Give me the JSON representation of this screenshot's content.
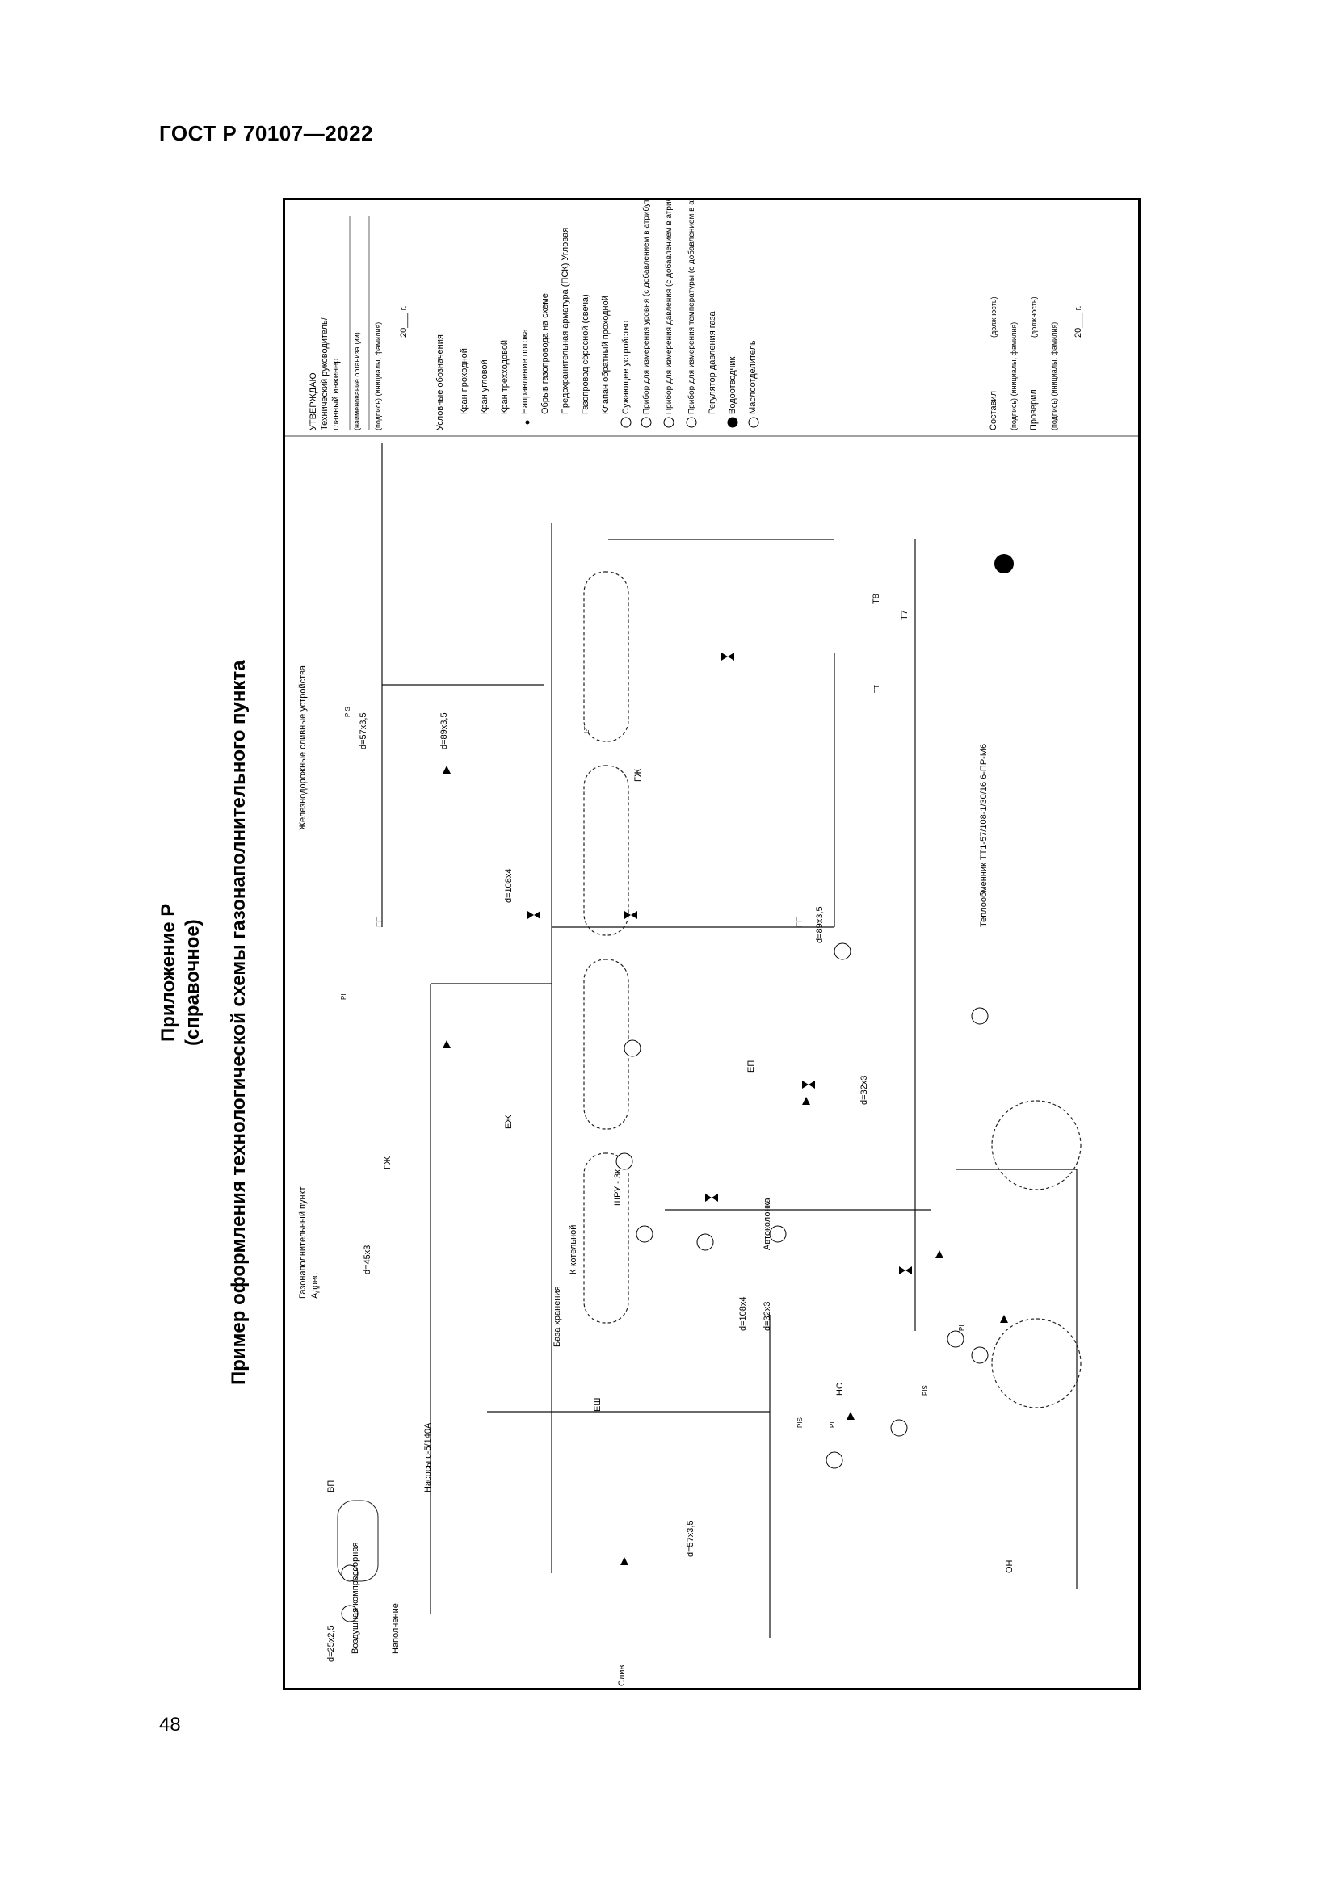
{
  "page": {
    "header": "ГОСТ Р 70107—2022",
    "page_number": "48"
  },
  "titles": {
    "annex": "Приложение Р",
    "annex_note": "(справочное)",
    "main": "Пример оформления технологической схемы газонаполнительного пункта"
  },
  "approval": {
    "approved": "УТВЕРЖДАЮ",
    "position": "Технический руководитель/",
    "position2": "главный инженер",
    "org": "(наименование организации)",
    "signature": "(подпись) (инициалы, фамилия)",
    "date": "20___ г."
  },
  "legend": {
    "title": "Условные обозначения",
    "items": [
      "Кран проходной",
      "Кран угловой",
      "Кран трехходовой",
      "Направление потока",
      "Обрыв газопровода на схеме",
      "Предохранительная арматура (ПСК) Угловая",
      "Газопровод сбросной (свеча)",
      "Клапан обратный проходной",
      "Сужающее устройство",
      "Прибор для измерения уровня (с добавлением в атрибут: I, T)",
      "Прибор для измерения давления (с добавлением в атрибут: I, D, T, S, DT, IS)",
      "Прибор для измерения температуры (с добавлением в атрибут: I, T, S)",
      "Регулятор давления газа",
      "Водоотводчик",
      "Маслоотделитель"
    ]
  },
  "signoff": {
    "compiled": "Составил",
    "compiled_pos": "(должность)",
    "compiled_sig": "(подпись) (инициалы, фамилия)",
    "checked": "Проверил",
    "checked_pos": "(должность)",
    "checked_sig": "(подпись) (инициалы, фамилия)",
    "date": "20___ г."
  },
  "diagram": {
    "site": "Газонаполнительный пункт",
    "address": "Адрес",
    "storage": "База хранения",
    "rail": "Железнодорожные сливные устройства",
    "pumps": "Насосы с-5/140А",
    "compressor": "Воздушная компрессорная",
    "filling": "Наполнение",
    "drain": "Слив",
    "boiler": "К котельной",
    "autocolumn": "Автоколонка",
    "shru": "ШРУ - 3к",
    "heat": "Теплообменник ТТ1-57/108-1/30/16 6-ПР-М6",
    "t8": "Т8",
    "t7": "Т7",
    "pipes": [
      "d=57x3,5",
      "d=89x3,5",
      "d=108x4",
      "d=45x3",
      "d=32x3",
      "d=25x2,5",
      "d=57x3,5",
      "d=89x3,5",
      "d=32x3",
      "d=108x4"
    ],
    "lines": [
      "ГЖ",
      "ГП",
      "ЕЖ",
      "ЕП",
      "НО",
      "ОН",
      "ВП",
      "ЕШ",
      "ГЖ",
      "ГП"
    ],
    "instruments": [
      "PIS",
      "PI",
      "LT",
      "TT",
      "PIS",
      "PI",
      "PIS",
      "PI"
    ]
  }
}
